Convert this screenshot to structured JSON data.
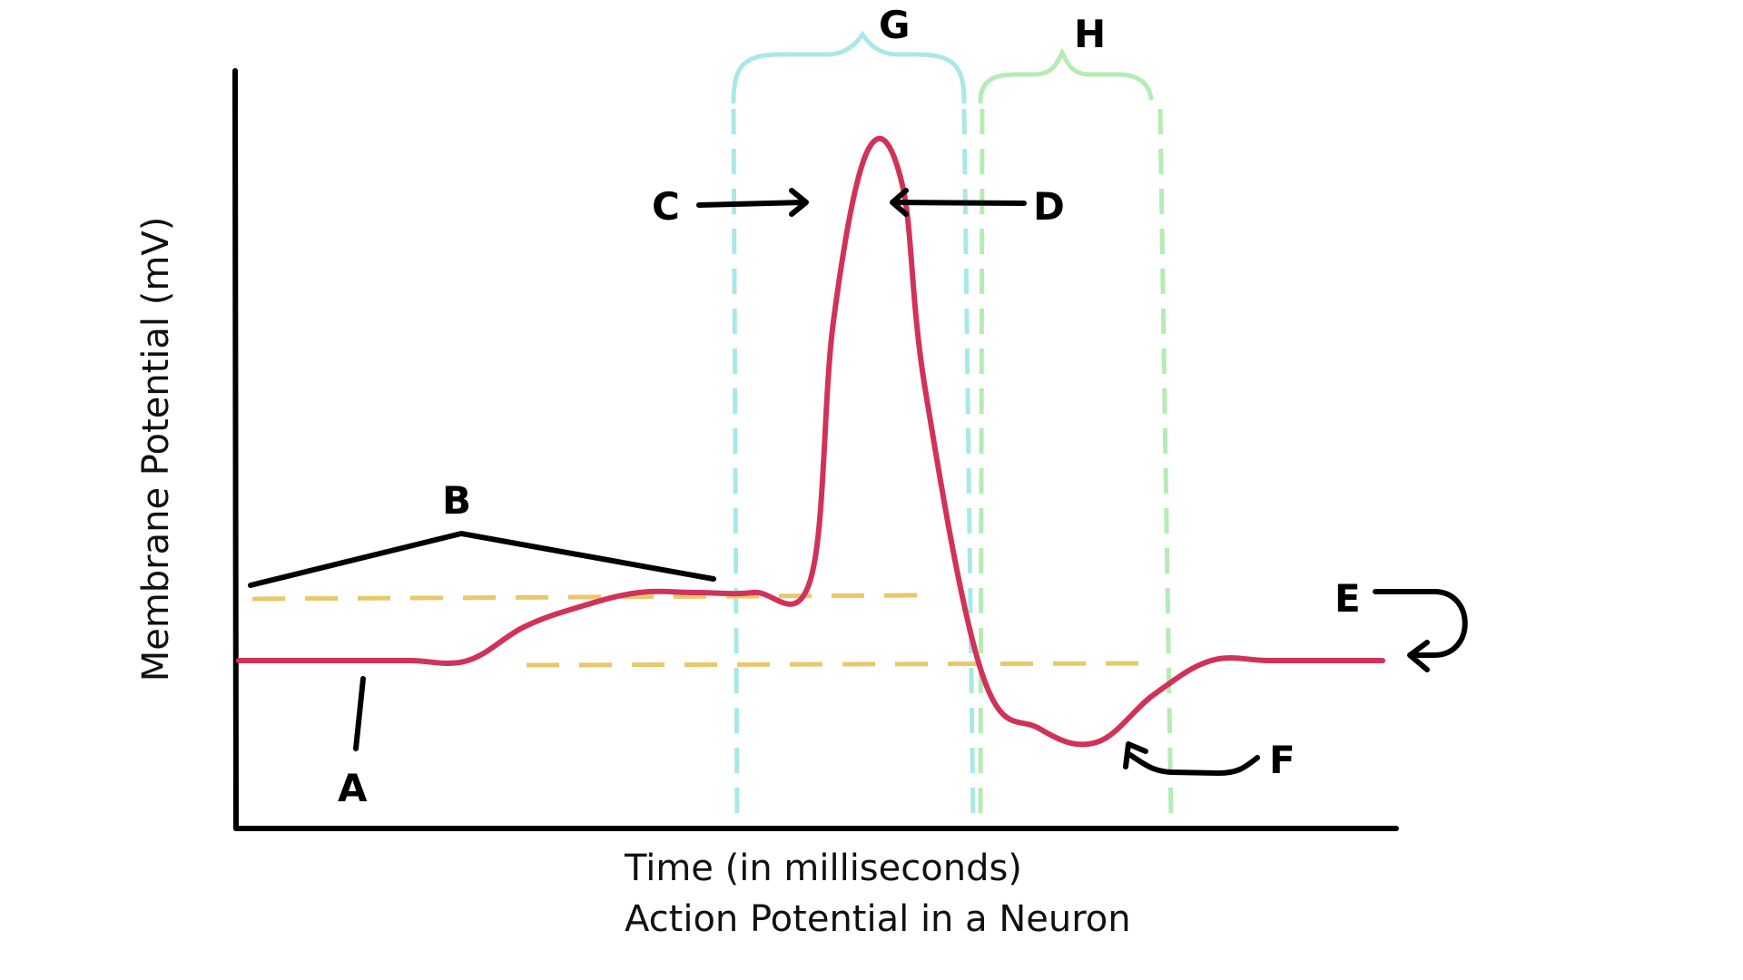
{
  "chart_data": {
    "type": "line",
    "title": "Action Potential in a Neuron",
    "xlabel": "Time (in milliseconds)",
    "ylabel": "Membrane Potential (mV)",
    "x_ticks": "none",
    "y_ticks": "none",
    "grid": false,
    "series": [
      {
        "color": "#d1325a",
        "x": [
          0,
          0.5,
          1,
          1.5,
          2,
          2.5,
          3,
          3.5,
          4,
          4.5,
          5,
          5.2,
          5.5,
          5.8,
          6,
          6.5,
          7,
          7.5,
          8,
          8.5,
          9,
          9.5,
          10
        ],
        "y": [
          -70,
          -70,
          -70,
          -70,
          -70,
          -65,
          -62,
          -60,
          -60,
          -60,
          -58,
          -20,
          5,
          0,
          -30,
          -72,
          -80,
          -82,
          -75,
          -70,
          -70,
          -70,
          -70
        ]
      }
    ],
    "reference_lines": [
      {
        "name": "",
        "color": "#e8c86a",
        "style": "dashed"
      },
      {
        "name": "",
        "color": "#e8c86a",
        "style": "dashed"
      }
    ],
    "annotations": {
      "A": "A",
      "B": "B",
      "C": "C",
      "D": "D",
      "E": "E",
      "F": "F",
      "G": "G",
      "H": "H"
    },
    "colors": {
      "trace": "#d1325a",
      "threshold": "#e8c86a",
      "region_g": "#a9e8e8",
      "region_h": "#b4ecb4",
      "axis": "#000000"
    }
  }
}
